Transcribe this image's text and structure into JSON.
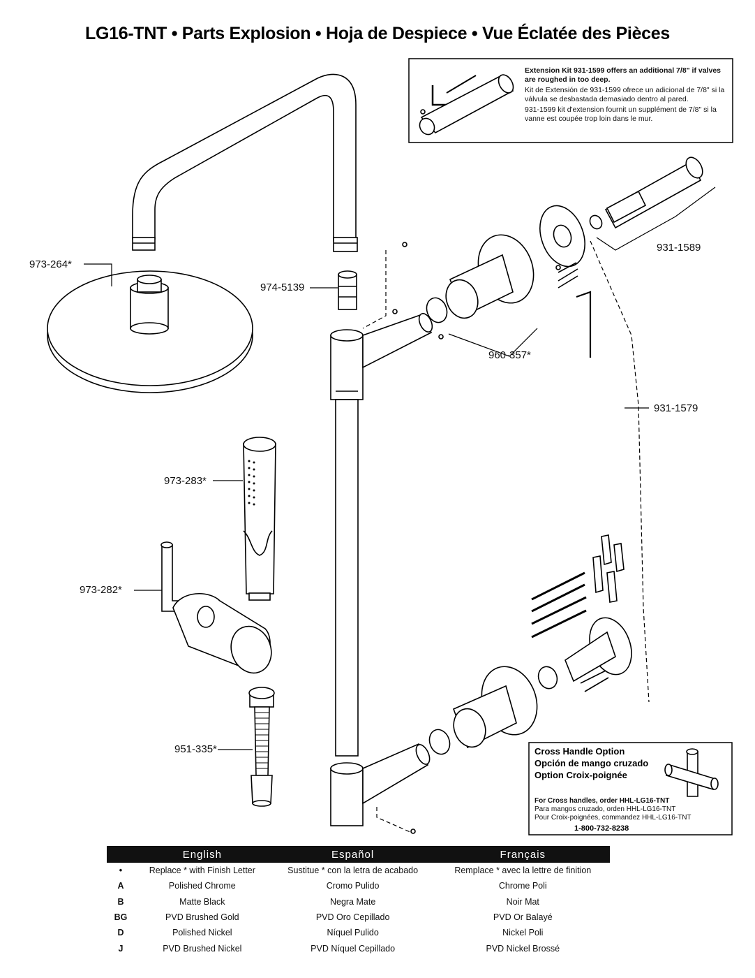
{
  "title": "LG16-TNT • Parts Explosion • Hoja de Despiece • Vue Éclatée des Pièces",
  "extension_box": {
    "en": "Extension Kit 931-1599 offers an additional 7/8\" if valves are roughed in too deep.",
    "es": "Kit de Extensión de 931-1599 ofrece un adicional de 7/8\" si la válvula se desbastada demasiado dentro al pared.",
    "fr": "931-1599 kit d'extension fournit un supplément de 7/8\" si la vanne est coupée trop loin dans le mur."
  },
  "part_labels": {
    "showerhead": "973-264*",
    "adapter": "974-5139",
    "trim_sleeve": "960-357*",
    "cartridge": "931-1589",
    "rough_kit": "931-1579",
    "hand_shower": "973-283*",
    "slide_bracket": "973-282*",
    "hose": "951-335*"
  },
  "cross_handle": {
    "line_en": "Cross Handle Option",
    "line_es": "Opción de mango cruzado",
    "line_fr": "Option Croix-poignée",
    "order_en": "For Cross handles, order HHL-LG16-TNT",
    "order_es": "Para mangos cruzado, orden HHL-LG16-TNT",
    "order_fr": "Pour Croix-poignées, commandez HHL-LG16-TNT",
    "phone": "1-800-732-8238"
  },
  "finish_table": {
    "headers": [
      "English",
      "Español",
      "Français"
    ],
    "rows": [
      {
        "code": "•",
        "en": "Replace * with Finish Letter",
        "es": "Sustitue * con la letra de acabado",
        "fr": "Remplace * avec la lettre de finition"
      },
      {
        "code": "A",
        "en": "Polished Chrome",
        "es": "Cromo Pulido",
        "fr": "Chrome Poli"
      },
      {
        "code": "B",
        "en": "Matte Black",
        "es": "Negra Mate",
        "fr": "Noir Mat"
      },
      {
        "code": "BG",
        "en": "PVD Brushed Gold",
        "es": "PVD Oro Cepillado",
        "fr": "PVD Or Balayé"
      },
      {
        "code": "D",
        "en": "Polished Nickel",
        "es": "Níquel Pulido",
        "fr": "Nickel Poli"
      },
      {
        "code": "J",
        "en": "PVD Brushed Nickel",
        "es": "PVD Níquel Cepillado",
        "fr": "PVD Nickel Brossé"
      }
    ]
  }
}
